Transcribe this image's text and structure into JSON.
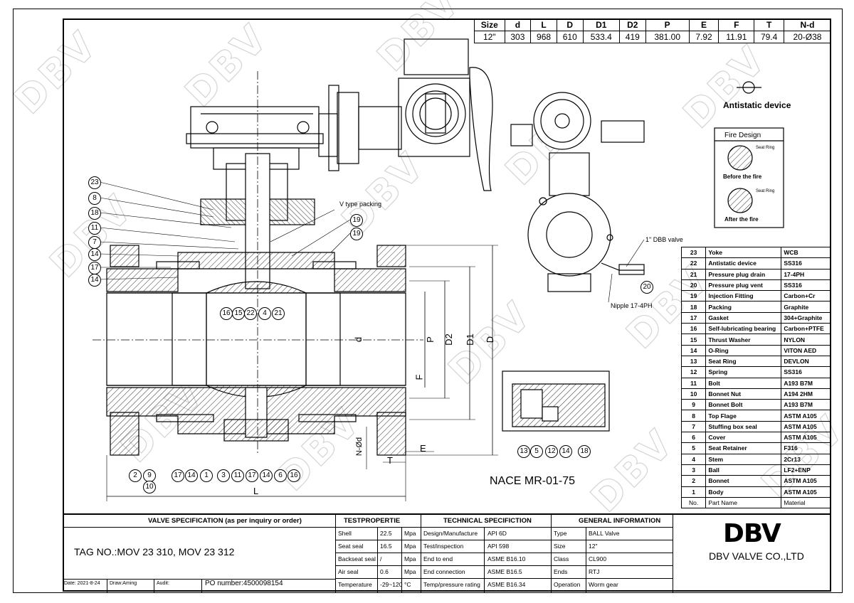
{
  "dimensions": {
    "headers": [
      "Size",
      "d",
      "L",
      "D",
      "D1",
      "D2",
      "P",
      "E",
      "F",
      "T",
      "N-d"
    ],
    "values": [
      "12\"",
      "303",
      "968",
      "610",
      "533.4",
      "419",
      "381.00",
      "7.92",
      "11.91",
      "79.4",
      "20-Ø38"
    ]
  },
  "antistatic_label": "Antistatic device",
  "fire_design": {
    "title": "Fire Design",
    "before": "Before the fire",
    "after": "After the fire",
    "seat_ring": "Seat Ring"
  },
  "notes": {
    "v_packing": "V type packing",
    "dbb": "1\" DBB valve",
    "nipple": "Nipple 17-4PH",
    "nace": "NACE MR-01-75"
  },
  "dim_labels": {
    "d": "d",
    "P": "P",
    "D2": "D2",
    "D1": "D1",
    "D": "D",
    "F": "F",
    "T": "T",
    "E": "E",
    "L": "L",
    "Nd": "N-Ød"
  },
  "bom": {
    "rows": [
      [
        "23",
        "Yoke",
        "WCB"
      ],
      [
        "22",
        "Antistatic device",
        "SS316"
      ],
      [
        "21",
        "Pressure plug drain",
        "17-4PH"
      ],
      [
        "20",
        "Pressure plug vent",
        "SS316"
      ],
      [
        "19",
        "Injection Fitting",
        "Carbon+Cr"
      ],
      [
        "18",
        "Packing",
        "Graphite"
      ],
      [
        "17",
        "Gasket",
        "304+Graphite"
      ],
      [
        "16",
        "Self-lubricating bearing",
        "Carbon+PTFE"
      ],
      [
        "15",
        "Thrust Washer",
        "NYLON"
      ],
      [
        "14",
        "O-Ring",
        "VITON AED"
      ],
      [
        "13",
        "Seat Ring",
        "DEVLON"
      ],
      [
        "12",
        "Spring",
        "SS316"
      ],
      [
        "11",
        "Bolt",
        "A193 B7M"
      ],
      [
        "10",
        "Bonnet Nut",
        "A194 2HM"
      ],
      [
        "9",
        "Bonnet Bolt",
        "A193 B7M"
      ],
      [
        "8",
        "Top Flage",
        "ASTM A105"
      ],
      [
        "7",
        "Stuffing box seal",
        "ASTM A105"
      ],
      [
        "6",
        "Cover",
        "ASTM A105"
      ],
      [
        "5",
        "Seat Retainer",
        "F316"
      ],
      [
        "4",
        "Stem",
        "2Cr13"
      ],
      [
        "3",
        "Ball",
        "LF2+ENP"
      ],
      [
        "2",
        "Bonnet",
        "ASTM A105"
      ],
      [
        "1",
        "Body",
        "ASTM A105"
      ]
    ],
    "header": [
      "No.",
      "Part Name",
      "Material"
    ]
  },
  "title_block": {
    "valve_spec_title": "VALVE SPECIFICATION (as per inquiry or order)",
    "tag_no": "TAG NO.:MOV 23 310, MOV 23 312",
    "date": "Date: 2021-8-24",
    "draw": "Draw:Aming",
    "audit": "Audit:",
    "po": "PO number:4500098154",
    "test_title": "TESTPROPERTIE",
    "tests": [
      [
        "Shell",
        "22.5",
        "Mpa"
      ],
      [
        "Seat seal",
        "16.5",
        "Mpa"
      ],
      [
        "Backseat seal",
        "/",
        "Mpa"
      ],
      [
        "Air seal",
        "0.6",
        "Mpa"
      ],
      [
        "Temperature",
        "-29~120",
        "°C"
      ]
    ],
    "tech_title": "TECHNICAL SPECIFICTION",
    "tech": [
      [
        "Design/Manufacture",
        "API 6D"
      ],
      [
        "Test/inspection",
        "API 598"
      ],
      [
        "End to end",
        "ASME B16.10"
      ],
      [
        "End connection",
        "ASME B16.5"
      ],
      [
        "Temp/pressure rating",
        "ASME B16.34"
      ]
    ],
    "gen_title": "GENERAL INFORMATION",
    "gen": [
      [
        "Type",
        "BALL Valve"
      ],
      [
        "Size",
        "12\""
      ],
      [
        "Class",
        "CL900"
      ],
      [
        "Ends",
        "RTJ"
      ],
      [
        "Operation",
        "Worm gear"
      ]
    ],
    "logo": "DBV",
    "company": "DBV VALVE  CO.,LTD"
  },
  "callouts": {
    "left": [
      "23",
      "8",
      "18",
      "11",
      "7",
      "14",
      "17",
      "14"
    ],
    "mid": [
      "16",
      "15",
      "22",
      "4",
      "21"
    ],
    "right": [
      "19",
      "19"
    ],
    "bottom": [
      "2",
      "9",
      "10",
      "17",
      "14",
      "1",
      "3",
      "11",
      "17",
      "14",
      "6",
      "16"
    ],
    "detail": [
      "13",
      "5",
      "12",
      "14",
      "18"
    ],
    "side": [
      "20"
    ]
  }
}
